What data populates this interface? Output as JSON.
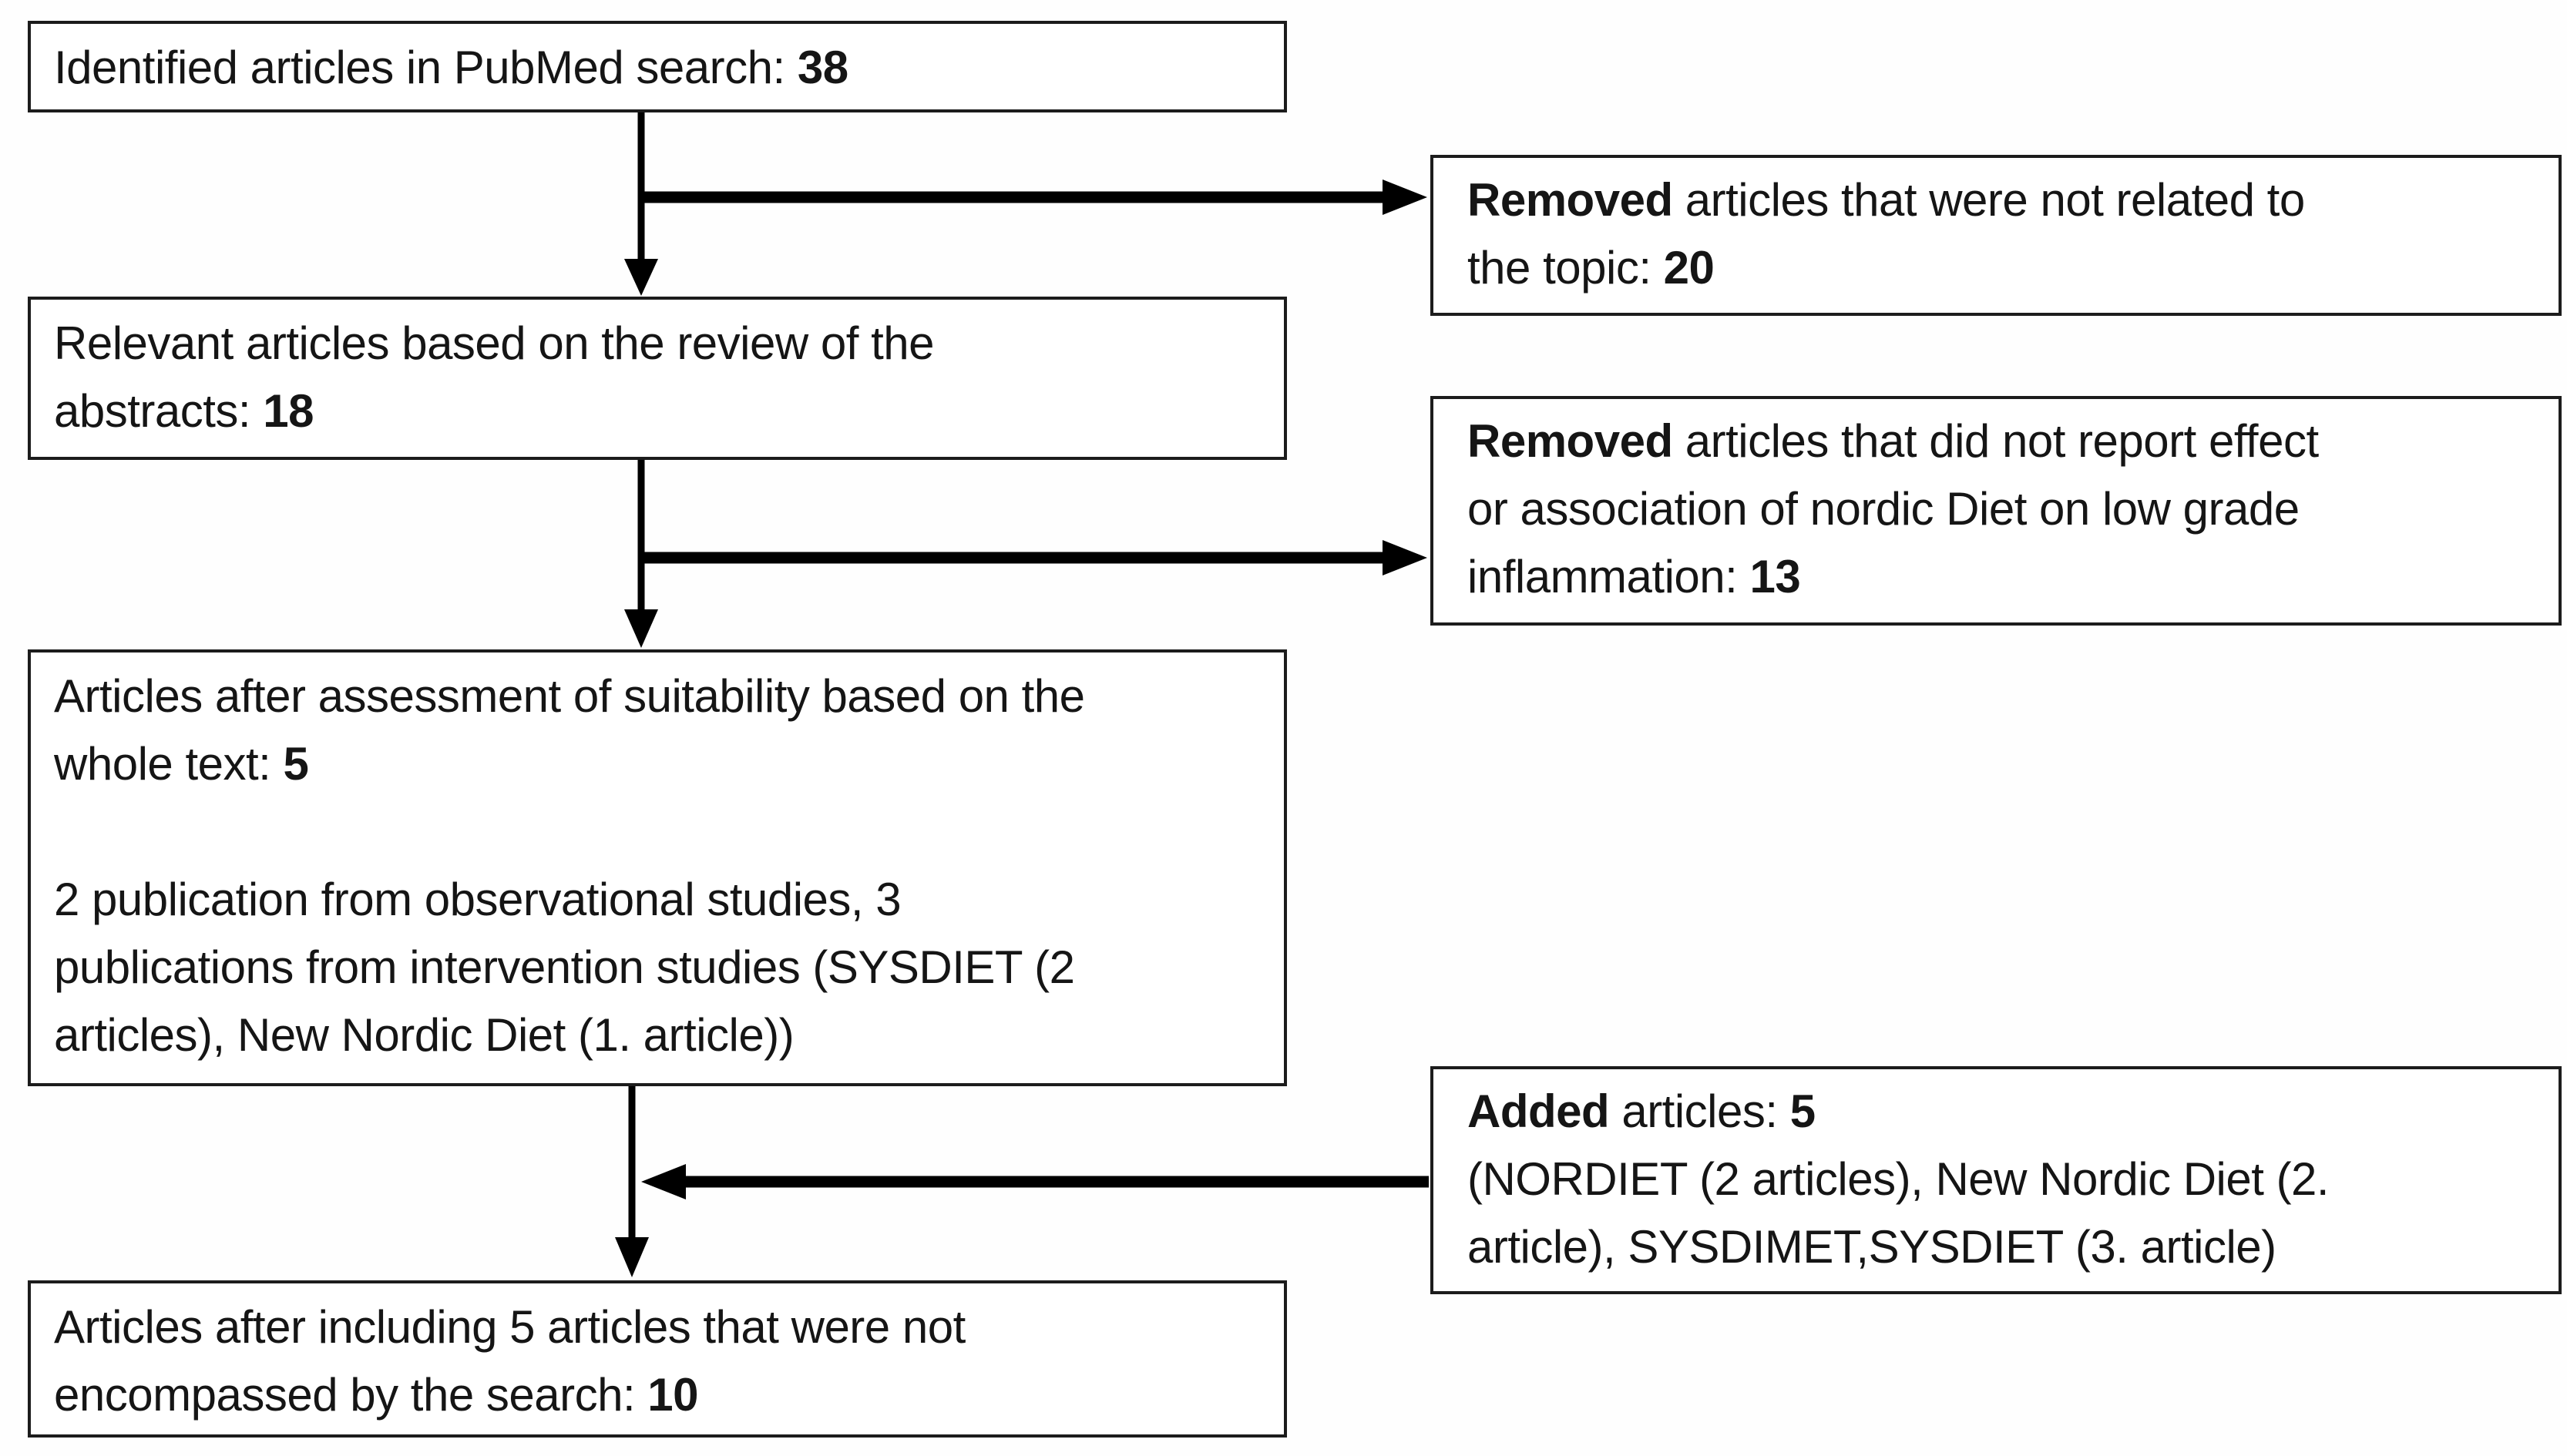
{
  "colors": {
    "background": "#ffffff",
    "box_border": "#1c1c1c",
    "arrow": "#000000",
    "text": "#151515"
  },
  "flowchart": {
    "boxes": {
      "identified": {
        "segments": [
          {
            "t": "Identified articles in PubMed search: "
          },
          {
            "t": "38",
            "b": true
          }
        ]
      },
      "removed_topic": {
        "segments": [
          {
            "t": "Removed",
            "b": true
          },
          {
            "t": " articles that were not related to\nthe topic: "
          },
          {
            "t": "20",
            "b": true
          }
        ]
      },
      "relevant": {
        "segments": [
          {
            "t": "Relevant articles based on the review of the\nabstracts: "
          },
          {
            "t": "18",
            "b": true
          }
        ]
      },
      "removed_effect": {
        "segments": [
          {
            "t": "Removed",
            "b": true
          },
          {
            "t": " articles that did not report effect\nor association of nordic Diet on low grade\ninflammation: "
          },
          {
            "t": "13",
            "b": true
          }
        ]
      },
      "assessed": {
        "segments": [
          {
            "t": "Articles after assessment of suitability based on the\nwhole text: "
          },
          {
            "t": "5",
            "b": true
          },
          {
            "t": "\n\n2 publication from observational studies, 3\npublications from intervention studies (SYSDIET (2\narticles), New Nordic Diet (1. article))"
          }
        ]
      },
      "added": {
        "segments": [
          {
            "t": "Added",
            "b": true
          },
          {
            "t": " articles: "
          },
          {
            "t": "5",
            "b": true
          },
          {
            "t": "\n(NORDIET (2 articles), New Nordic Diet (2.\narticle), SYSDIMET,SYSDIET (3. article)"
          }
        ]
      },
      "final": {
        "segments": [
          {
            "t": "Articles after including 5 articles that were not\nencompassed by the search: "
          },
          {
            "t": "10",
            "b": true
          }
        ]
      }
    }
  }
}
